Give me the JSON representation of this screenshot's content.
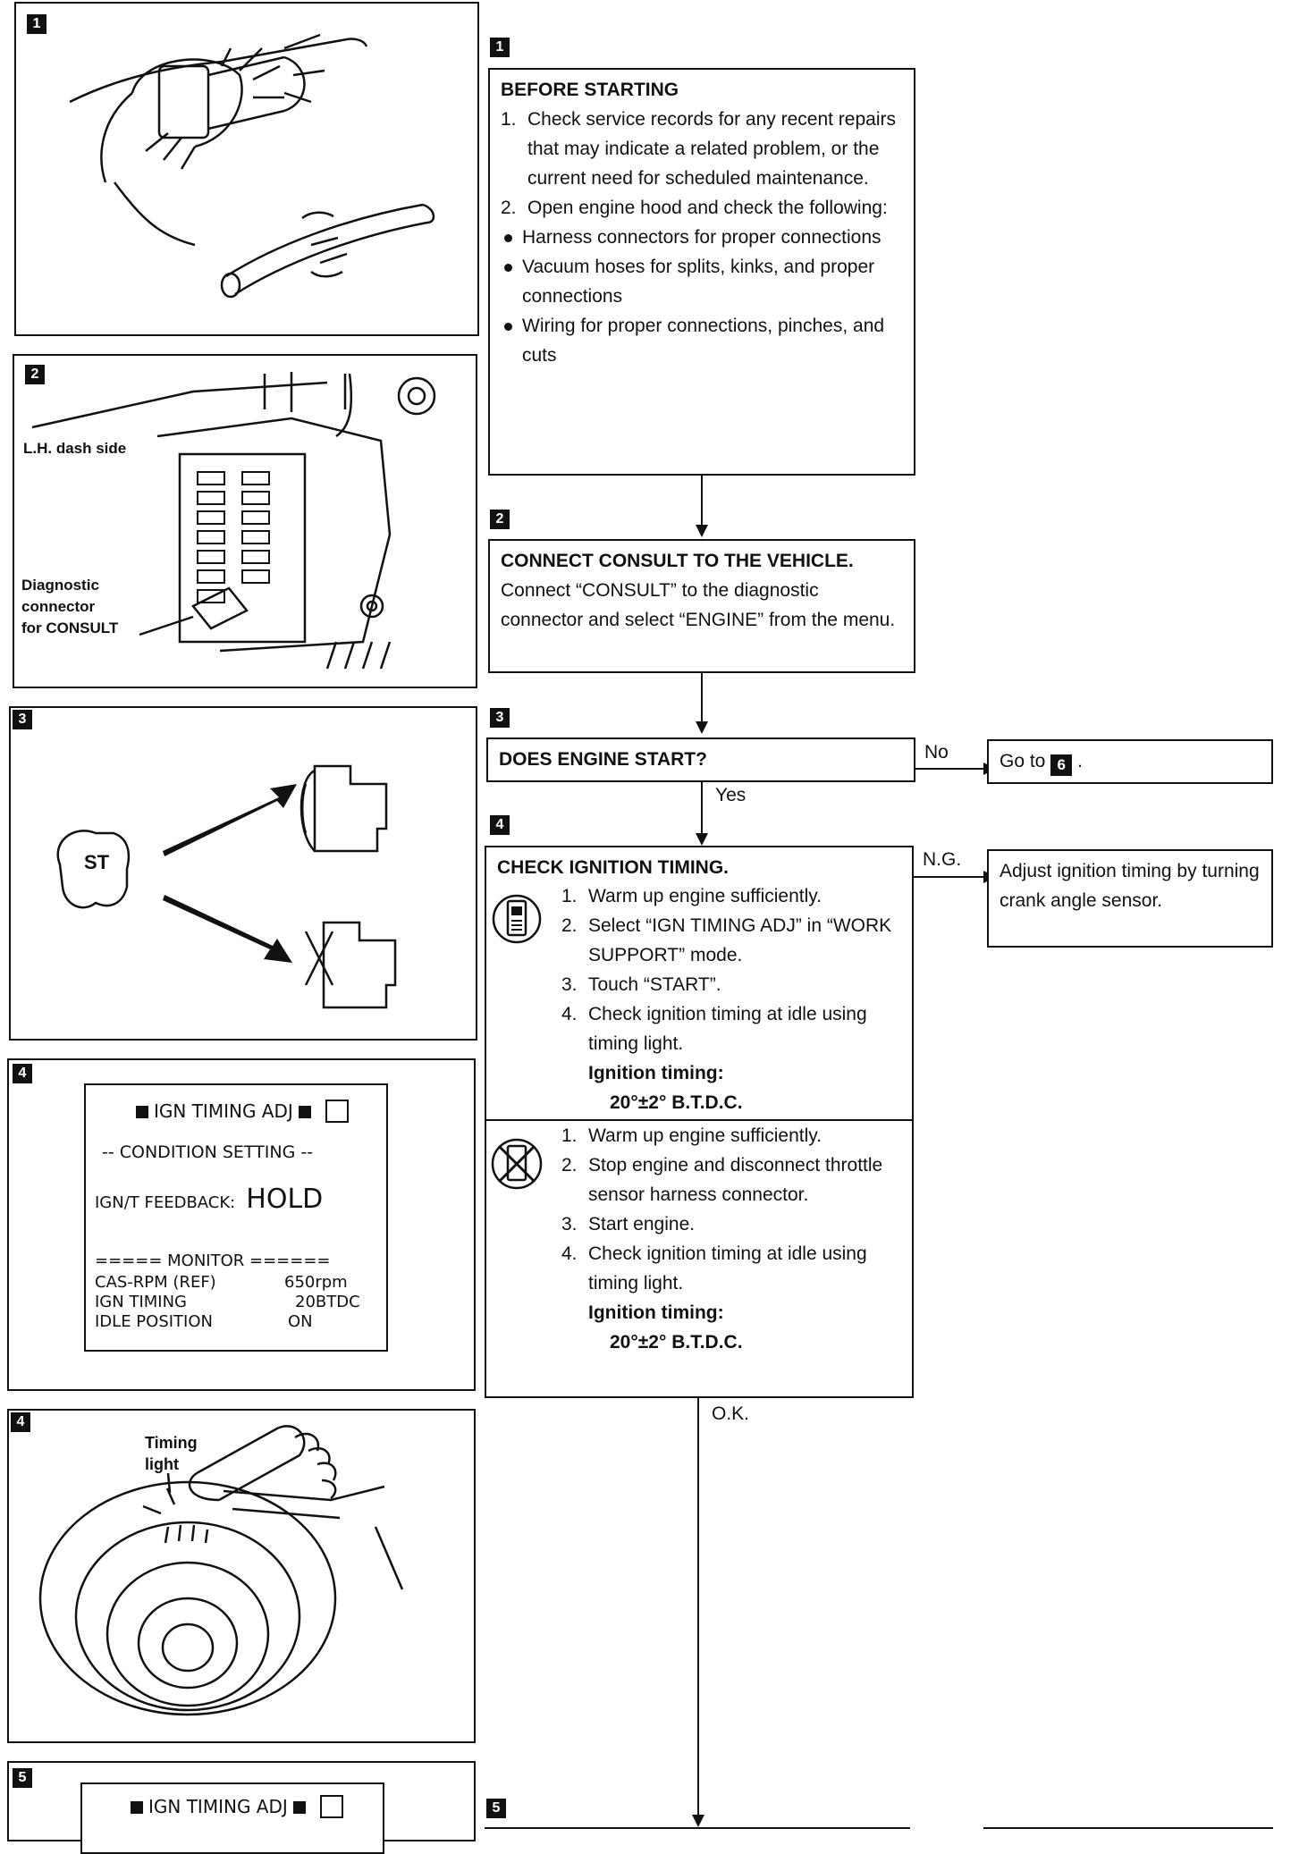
{
  "step_numbers": {
    "s1": "1",
    "s2": "2",
    "s3": "3",
    "s4": "4",
    "s5": "5",
    "go_to": "6"
  },
  "fig2": {
    "dash_label": "L.H. dash side",
    "connector_label": "Diagnostic\nconnector\nfor CONSULT"
  },
  "fig3": {
    "key_label": "ST"
  },
  "fig4_screen": {
    "title": "IGN TIMING ADJ",
    "condition": "-- CONDITION SETTING --",
    "feedback_label": "IGN/T FEEDBACK:",
    "feedback_value": "HOLD",
    "monitor": "===== MONITOR ======",
    "rows": [
      {
        "label": "CAS-RPM (REF)",
        "value": "650rpm"
      },
      {
        "label": "IGN TIMING",
        "value": "20BTDC"
      },
      {
        "label": "IDLE POSITION",
        "value": "ON"
      }
    ]
  },
  "fig4b": {
    "label": "Timing\nlight"
  },
  "fig5_screen": {
    "title": "IGN TIMING ADJ"
  },
  "box1": {
    "heading": "BEFORE STARTING",
    "step1_n": "1.",
    "step1": "Check service records for any recent repairs that may indicate a related problem, or the current need for scheduled maintenance.",
    "step2_n": "2.",
    "step2": "Open engine hood and check the following:",
    "bullets": [
      "Harness connectors for proper connections",
      "Vacuum hoses for splits, kinks, and proper connections",
      "Wiring for proper connections, pinches, and cuts"
    ]
  },
  "box2": {
    "heading": "CONNECT CONSULT TO THE VEHICLE.",
    "text": "Connect “CONSULT” to the diagnostic connector and select “ENGINE” from the menu."
  },
  "box3": {
    "heading": "DOES ENGINE START?",
    "no": "No",
    "yes": "Yes",
    "goto_text": "Go to",
    "goto_end": "."
  },
  "box4": {
    "heading": "CHECK IGNITION TIMING.",
    "ng": "N.G.",
    "ok": "O.K.",
    "with_consult": [
      "Warm up engine sufficiently.",
      "Select “IGN TIMING ADJ” in “WORK SUPPORT” mode.",
      "Touch “START”.",
      "Check ignition timing at idle using timing light."
    ],
    "without_consult": [
      "Warm up engine sufficiently.",
      "Stop engine and disconnect throttle sensor harness connector.",
      "Start engine.",
      "Check ignition timing at idle using timing light."
    ],
    "spec_label": "Ignition timing:",
    "spec_value": "20°±2° B.T.D.C.",
    "ng_action": "Adjust ignition timing by turning crank angle sensor."
  }
}
